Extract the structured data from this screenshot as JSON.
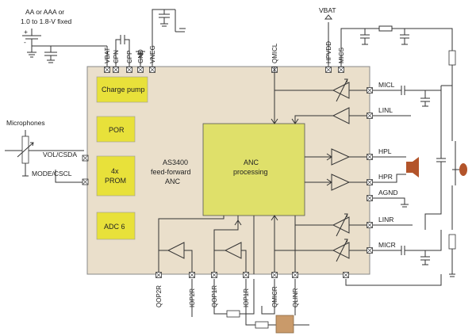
{
  "supply": {
    "line1": "AA or AAA or",
    "line2": "1.0 to 1.8-V fixed",
    "plus": "+",
    "minus": "-"
  },
  "top_pins": [
    "VBAT",
    "CPN",
    "CPP",
    "GND",
    "VNEG",
    "QMICL",
    "HPVDD",
    "MICS"
  ],
  "vbat_label": "VBAT",
  "blocks": {
    "charge_pump": "Charge pump",
    "por": "POR",
    "prom_line1": "4x",
    "prom_line2": "PROM",
    "adc": "ADC 6",
    "anc_line1": "ANC",
    "anc_line2": "processing"
  },
  "chip": {
    "line1": "AS3400",
    "line2": "feed-forward",
    "line3": "ANC"
  },
  "left": {
    "microphones": "Microphones",
    "vol": "VOL/CSDA",
    "mode": "MODE/CSCL"
  },
  "right_pins": [
    "MICL",
    "LINL",
    "HPL",
    "HPR",
    "AGND",
    "LINR",
    "MICR"
  ],
  "bottom_pins": [
    "QOP2R",
    "IOP2R",
    "QOP1R",
    "IOP1R",
    "QMICR",
    "QLINR"
  ],
  "colors": {
    "chip_fill": "#eadfcb",
    "block_yellow": "#e8e13a",
    "block_olive": "#dfe06a",
    "resistor_brown": "#c99a6a",
    "speaker": "#b3542a"
  }
}
